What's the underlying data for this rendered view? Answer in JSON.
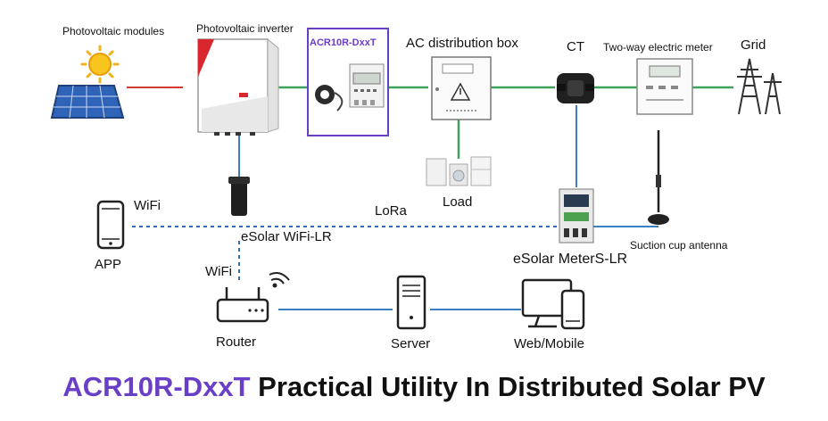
{
  "colors": {
    "ac_line": "#3fa25a",
    "dc_line": "#d23a3a",
    "comm_line": "#3a7fc4",
    "wireless_line": "#2f6fb6",
    "accent": "#6a3fc8"
  },
  "nodes": {
    "pv_modules": "Photovoltaic modules",
    "pv_inverter": "Photovoltaic inverter",
    "meter": "ACR10R-DxxT",
    "ac_box": "AC distribution box",
    "ct": "CT",
    "two_way_meter": "Two-way electric meter",
    "grid": "Grid",
    "load": "Load",
    "app": "APP",
    "wifi_lr": "eSolar WiFi-LR",
    "meters_lr": "eSolar MeterS-LR",
    "antenna": "Suction cup antenna",
    "router": "Router",
    "server": "Server",
    "web_mobile": "Web/Mobile"
  },
  "links": {
    "wifi_app": "WiFi",
    "lora": "LoRa",
    "wifi_router": "WiFi"
  },
  "title": {
    "accent": "ACR10R-DxxT",
    "rest": " Practical Utility In Distributed Solar PV"
  }
}
